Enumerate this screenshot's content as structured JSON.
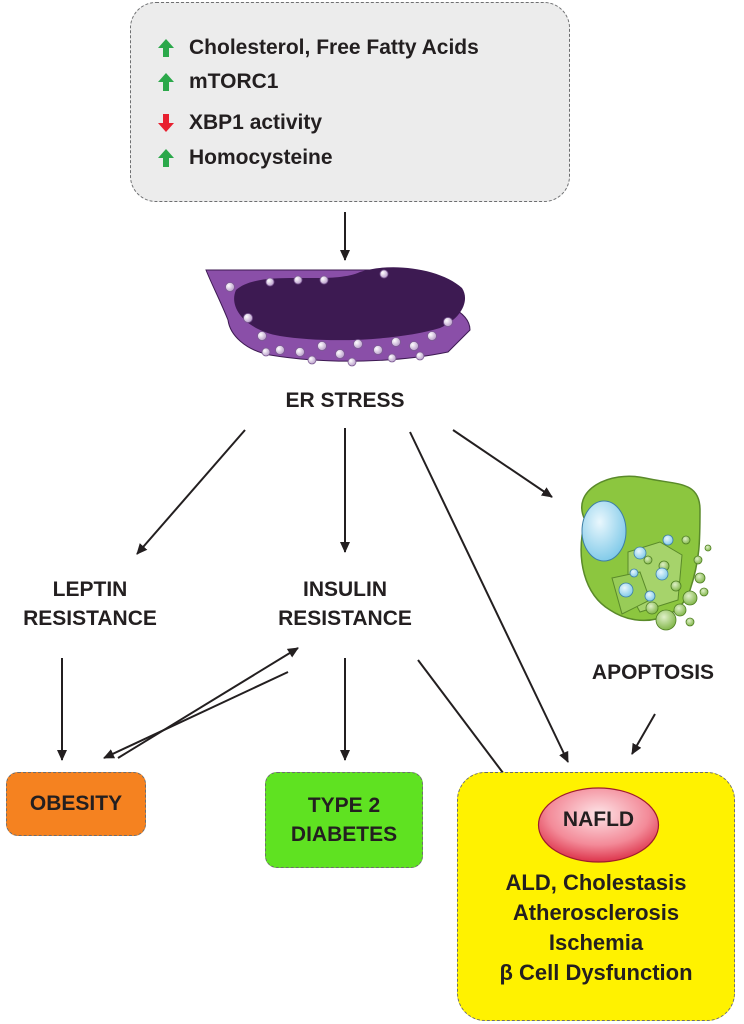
{
  "factors": {
    "items": [
      {
        "label": "Cholesterol, Free Fatty Acids",
        "direction": "up",
        "color": "#2ba84a"
      },
      {
        "label": "mTORC1",
        "direction": "up",
        "color": "#2ba84a"
      },
      {
        "label": "XBP1 activity",
        "direction": "down",
        "color": "#e8202f"
      },
      {
        "label": "Homocysteine",
        "direction": "up",
        "color": "#2ba84a"
      }
    ]
  },
  "er_stress": {
    "label": "ER STRESS"
  },
  "leptin": {
    "line1": "LEPTIN",
    "line2": "RESISTANCE"
  },
  "insulin": {
    "line1": "INSULIN",
    "line2": "RESISTANCE"
  },
  "apoptosis": {
    "label": "APOPTOSIS"
  },
  "obesity": {
    "label": "OBESITY",
    "color": "#f58220"
  },
  "t2d": {
    "line1": "TYPE 2",
    "line2": "DIABETES",
    "color": "#5fe221"
  },
  "nafld": {
    "label": "NAFLD",
    "color": "#fff200",
    "conditions": [
      "ALD, Cholestasis",
      "Atherosclerosis",
      "Ischemia",
      "β Cell Dysfunction"
    ]
  },
  "colors": {
    "er_membrane": "#8a4fa8",
    "er_dark": "#3d1a52",
    "cell_green": "#8cc63f",
    "oval_red": "#f06b7b"
  }
}
